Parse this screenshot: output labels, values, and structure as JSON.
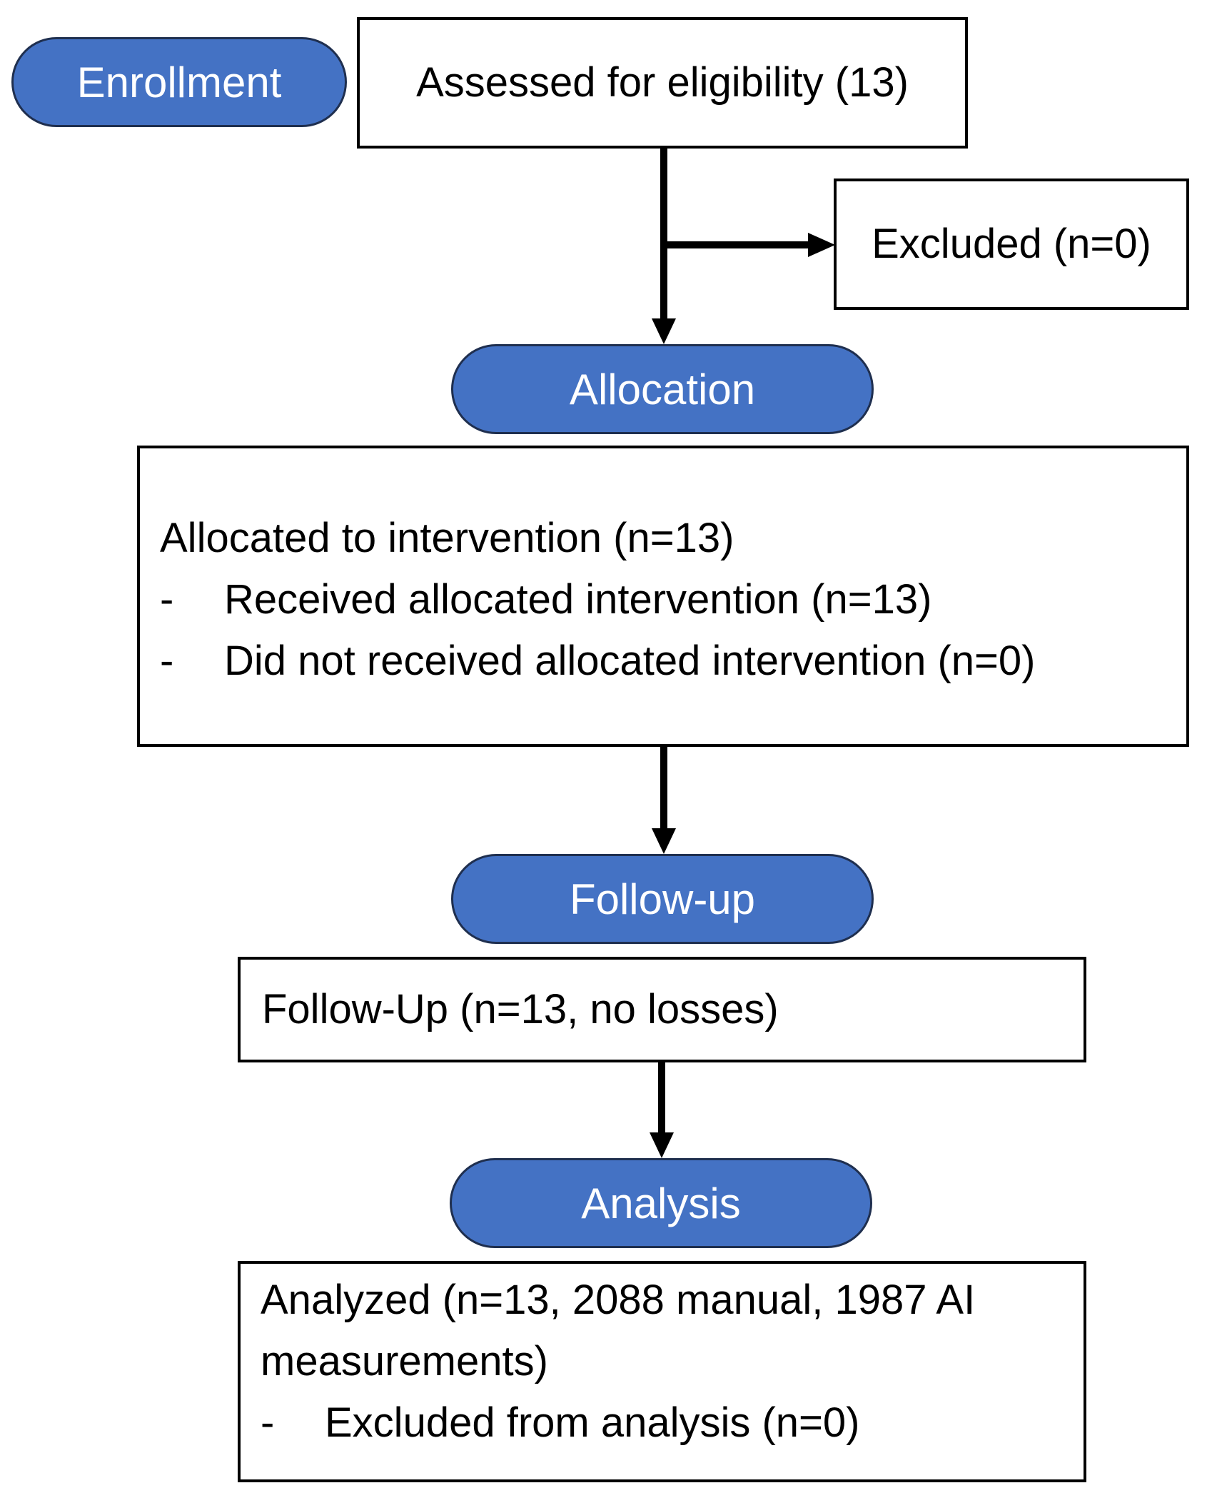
{
  "stages": {
    "enrollment": "Enrollment",
    "allocation": "Allocation",
    "follow_up": "Follow-up",
    "analysis": "Analysis"
  },
  "boxes": {
    "assessed": "Assessed for eligibility (13)",
    "excluded": "Excluded (n=0)",
    "allocated": {
      "title": "Allocated to intervention (n=13)",
      "items": [
        "Received allocated intervention (n=13)",
        "Did not received allocated intervention (n=0)"
      ]
    },
    "follow_up": "Follow-Up (n=13, no losses)",
    "analyzed": {
      "lines": [
        "Analyzed (n=13, 2088 manual, 1987 AI",
        "measurements)"
      ],
      "items": [
        "Excluded from analysis (n=0)"
      ]
    }
  },
  "bullet_marker": "-",
  "colors": {
    "stage_fill": "#4472c4",
    "stage_border": "#1f2f4f",
    "box_border": "#000000",
    "arrow": "#000000"
  }
}
